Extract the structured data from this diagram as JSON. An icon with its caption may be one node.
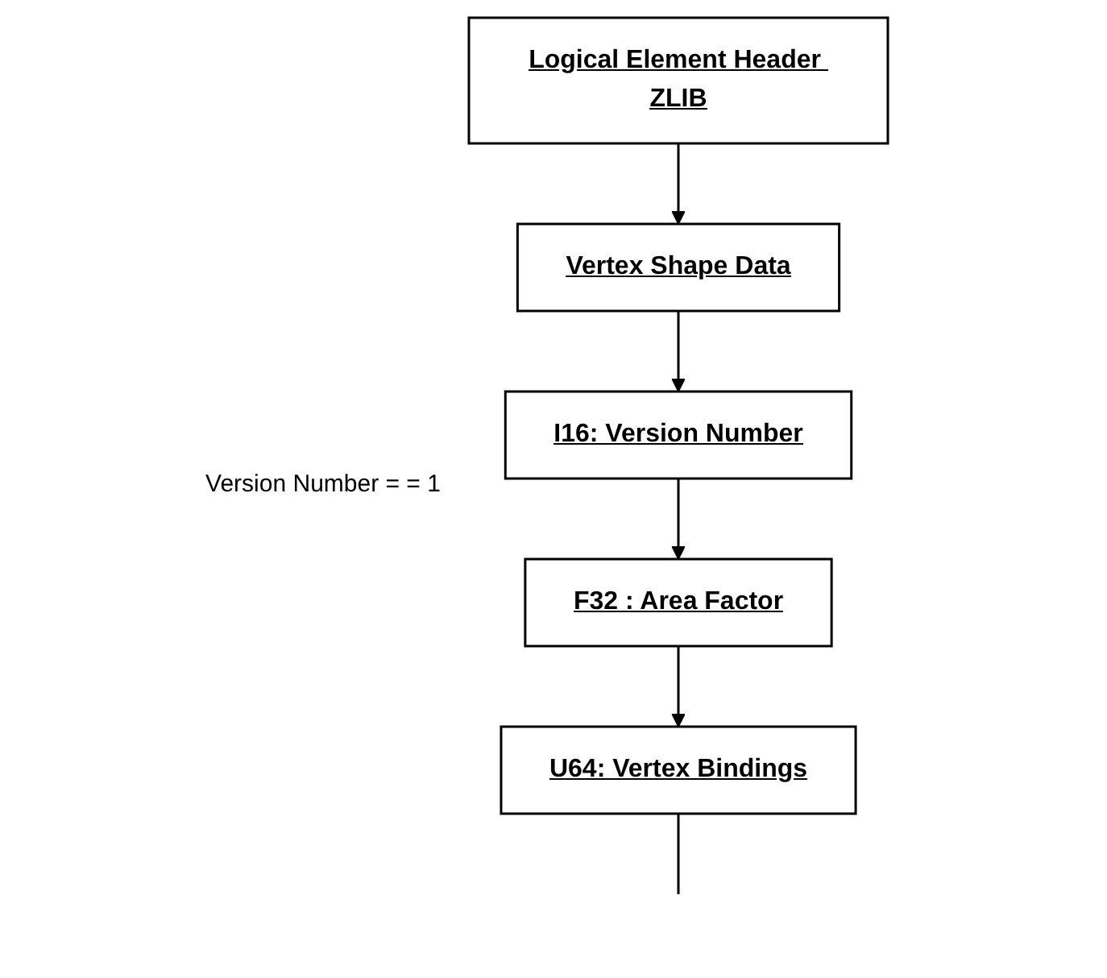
{
  "diagram": {
    "nodes": [
      {
        "text": [
          "Logical Element Header ZLIB"
        ]
      },
      {
        "text": [
          "Vertex Shape Data"
        ]
      },
      {
        "text": [
          "I16: Version Number"
        ]
      },
      {
        "text": [
          "F32 : Area Factor"
        ]
      },
      {
        "text": [
          "U64: Vertex Bindings"
        ]
      }
    ],
    "edges": [
      {
        "from": 0,
        "to": 1,
        "arrow": "to"
      },
      {
        "from": 1,
        "to": 2,
        "arrow": "to"
      },
      {
        "from": 2,
        "to": 3,
        "arrow": "to"
      },
      {
        "from": 3,
        "to": 4,
        "arrow": "to"
      },
      {
        "from": 4,
        "to": null,
        "arrow": "none"
      }
    ],
    "labels": [
      "Version Number = = 1"
    ]
  }
}
